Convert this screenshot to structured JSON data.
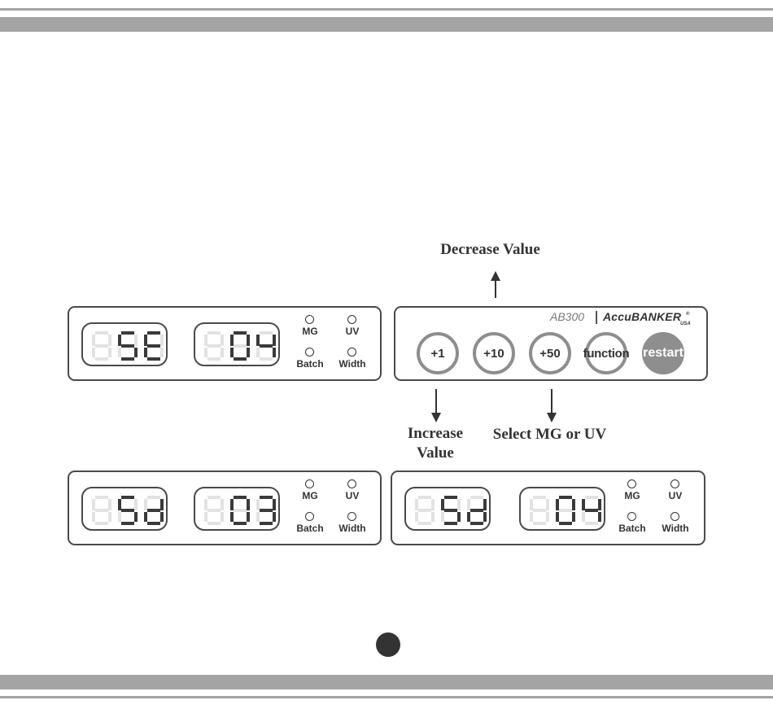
{
  "annotations": {
    "decrease": "Decrease Value",
    "increase_1": "Increase",
    "increase_2": "Value",
    "select": "Select MG or UV"
  },
  "brand": {
    "model": "AB300",
    "name": "AccuBANKER",
    "reg": "®",
    "sub": "USA"
  },
  "keypad": {
    "plus1": "+1",
    "plus10": "+10",
    "plus50": "+50",
    "function": "function",
    "restart": "restart"
  },
  "indicator_labels": {
    "mg": "MG",
    "uv": "UV",
    "batch": "Batch",
    "width": "Width"
  },
  "displays": [
    {
      "left": "0SE",
      "right": "004"
    },
    {
      "left": "0Sd",
      "right": "003"
    },
    {
      "left": "0Sd",
      "right": "004"
    }
  ],
  "colors": {
    "segment_on": "#3a3a3a",
    "segment_off": "#e2e2e2",
    "key_ring": "#8e8e8e",
    "rule": "#a4a4a4"
  }
}
